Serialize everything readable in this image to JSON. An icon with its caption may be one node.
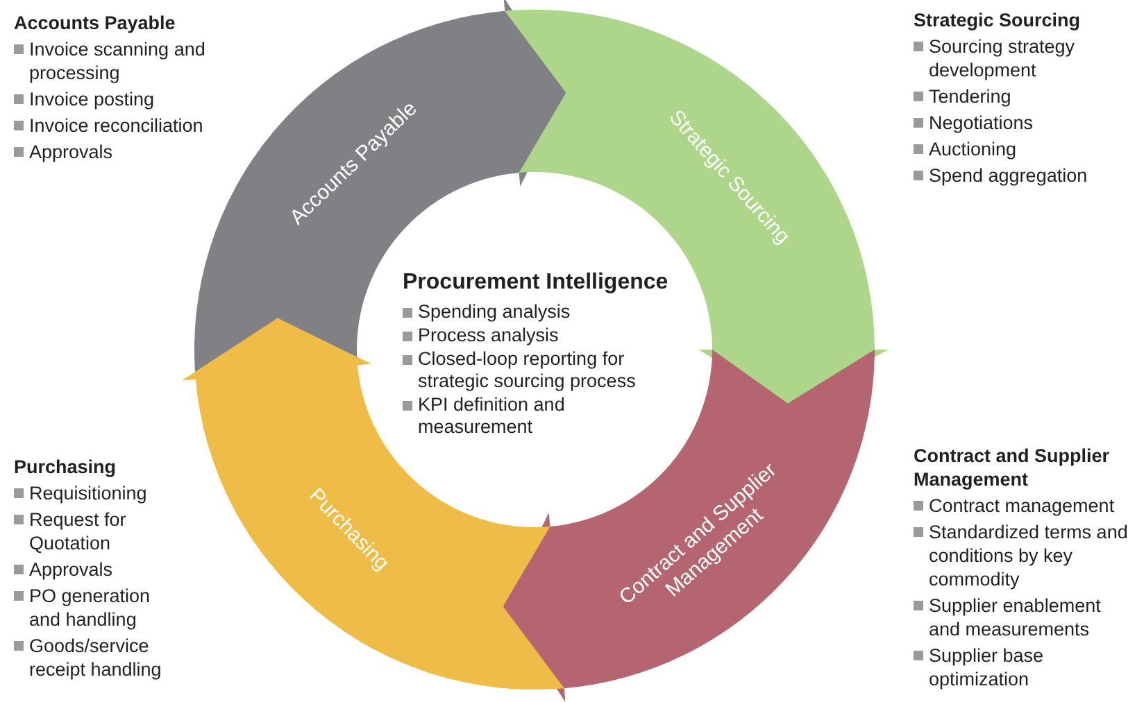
{
  "diagram": {
    "nodes": [
      {
        "text": [
          "Accounts Payable"
        ],
        "beside": [
          "Accounts Payable",
          "Invoice scanning and processing",
          "Invoice posting",
          "Invoice reconciliation",
          "Approvals"
        ]
      },
      {
        "text": [
          "Strategic Sourcing"
        ],
        "beside": [
          "Strategic Sourcing",
          "Sourcing strategy development",
          "Tendering",
          "Negotiations",
          "Auctioning",
          "Spend aggregation"
        ]
      },
      {
        "text": [
          "Contract and Supplier Management"
        ],
        "beside": [
          "Contract and Supplier Management",
          "Contract management",
          "Standardized terms and conditions by key commodity",
          "Supplier enablement and measurements",
          "Supplier base optimization"
        ]
      },
      {
        "text": [
          "Purchasing"
        ],
        "beside": [
          "Purchasing",
          "Requisitioning",
          "Request for Quotation",
          "Approvals",
          "PO generation and handling",
          "Goods/service receipt handling"
        ]
      }
    ],
    "labels": [
      "Procurement Intelligence",
      "Spending analysis",
      "Process analysis",
      "Closed-loop reporting for strategic sourcing process",
      "KPI definition and measurement"
    ]
  }
}
